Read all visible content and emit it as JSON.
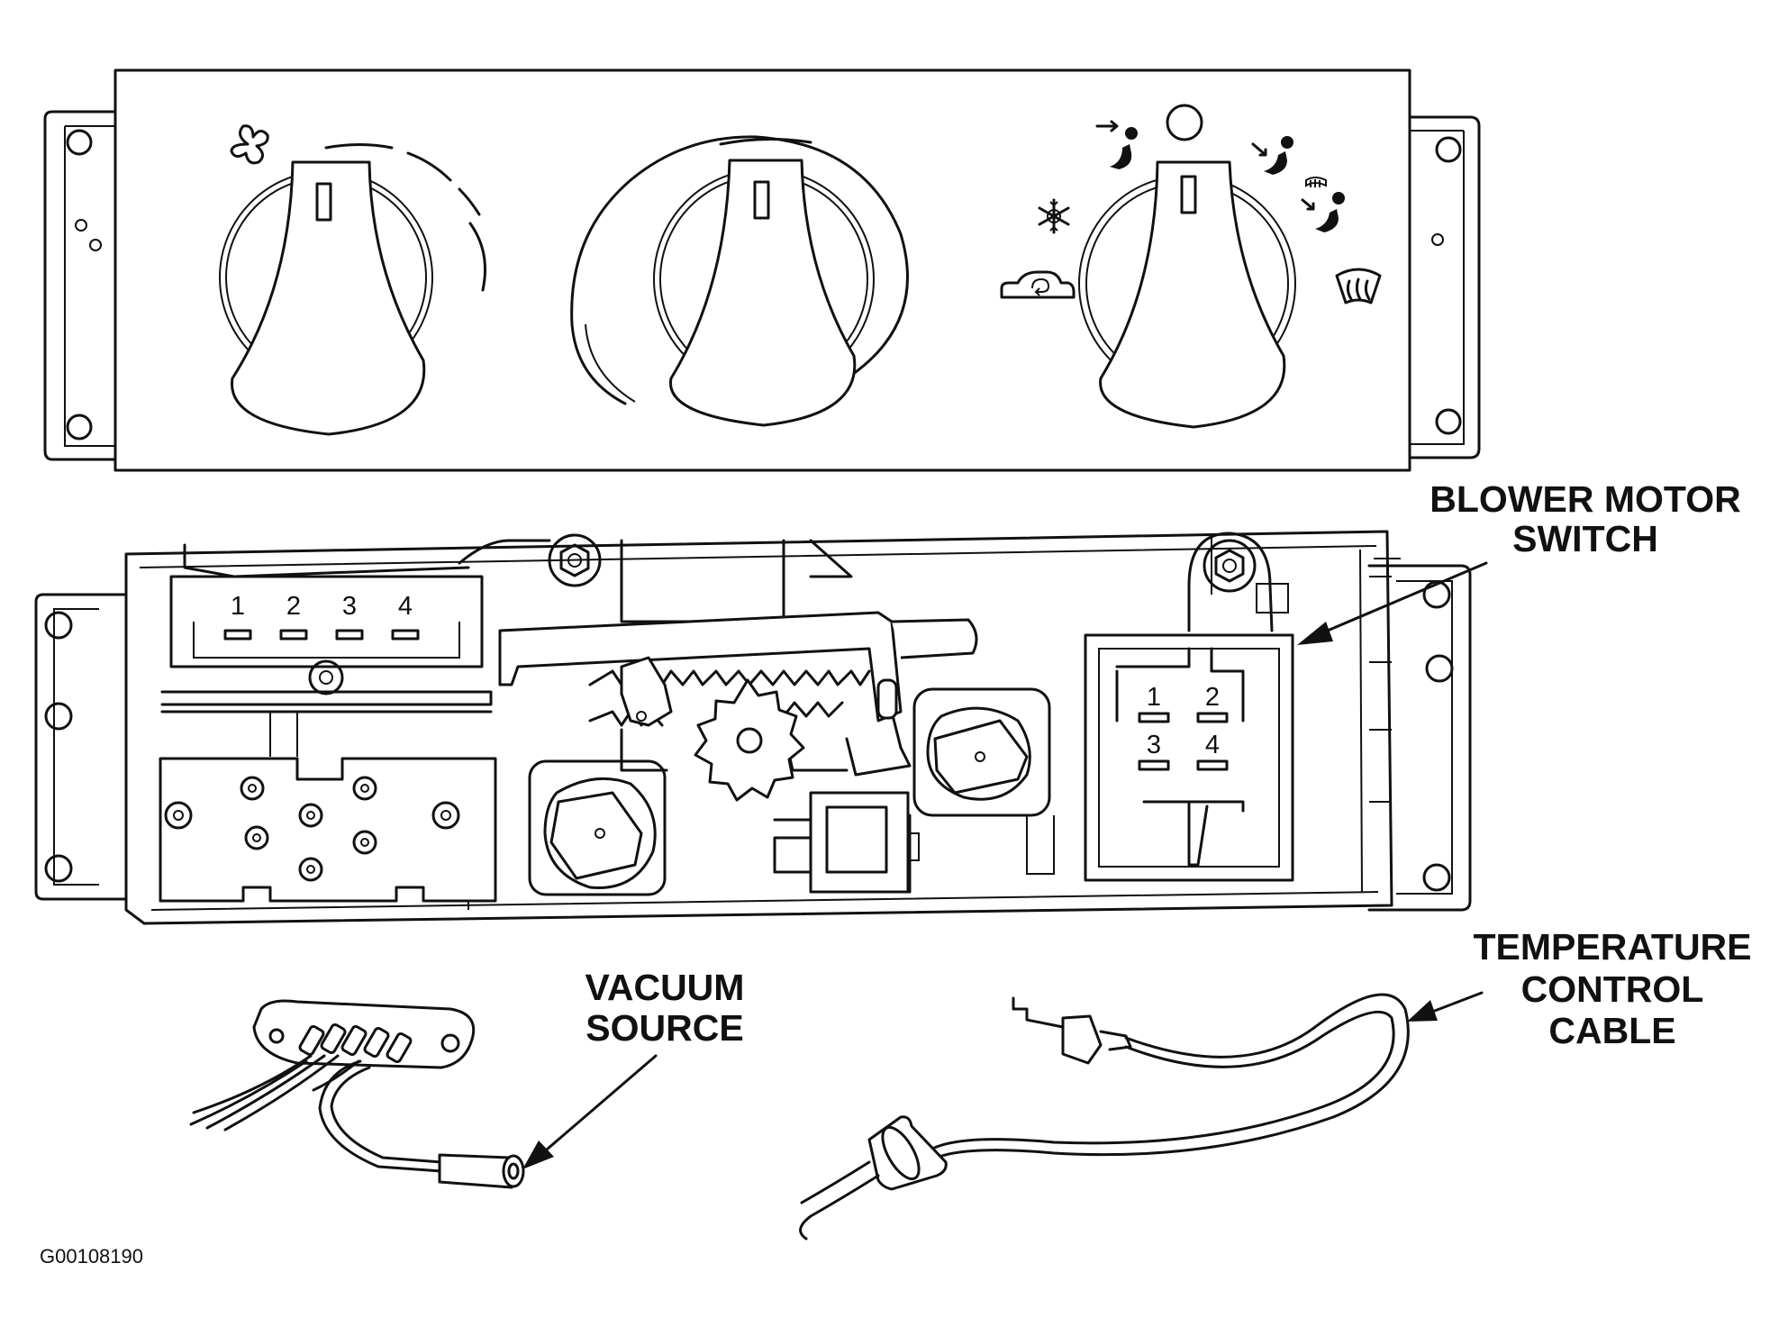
{
  "diagram": {
    "callouts": {
      "blower_motor_switch": [
        "BLOWER MOTOR",
        "SWITCH"
      ],
      "vacuum_source": [
        "VACUUM",
        "SOURCE"
      ],
      "temperature_control_cable": [
        "TEMPERATURE",
        "CONTROL",
        "CABLE"
      ]
    },
    "left_connector_pins": [
      "1",
      "2",
      "3",
      "4"
    ],
    "blower_switch_pins": [
      "1",
      "2",
      "3",
      "4"
    ],
    "figure_code": "G00108190",
    "icons": [
      "fan-icon",
      "ac-snowflake-icon",
      "recirculation-car-icon",
      "panel-vent-icon",
      "floor-panel-icon",
      "floor-defrost-icon",
      "defrost-icon"
    ]
  }
}
